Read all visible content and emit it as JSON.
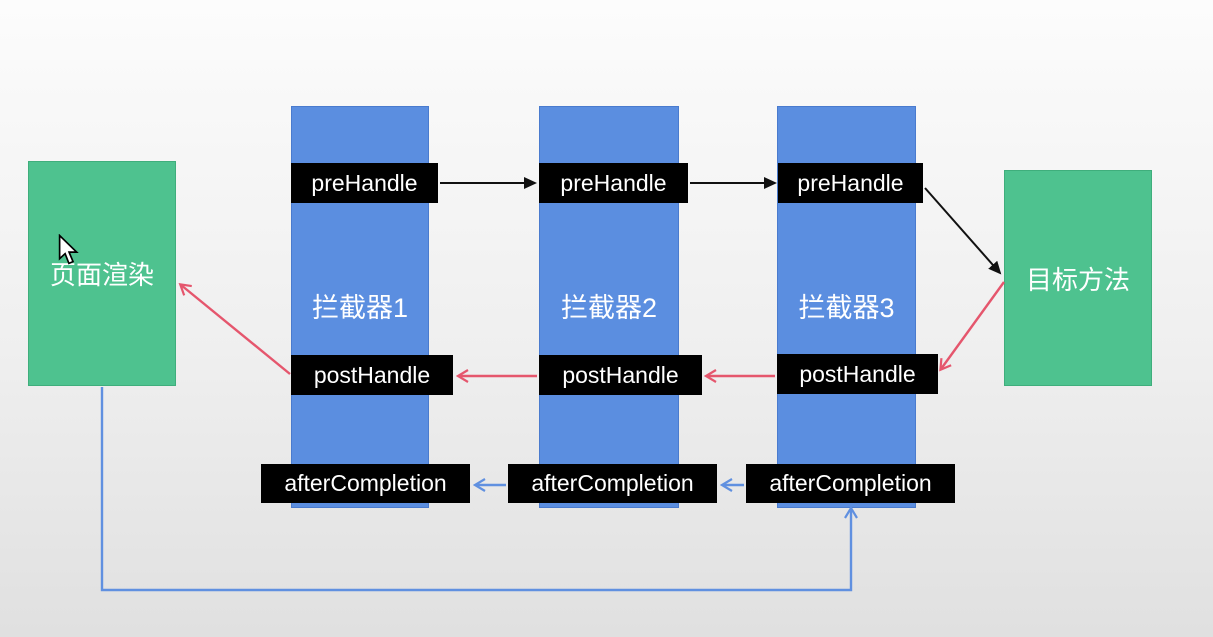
{
  "page_render": {
    "label": "页面渲染"
  },
  "target_method": {
    "label": "目标方法"
  },
  "interceptors": [
    {
      "label": "拦截器1"
    },
    {
      "label": "拦截器2"
    },
    {
      "label": "拦截器3"
    }
  ],
  "methods": {
    "pre": "preHandle",
    "post": "postHandle",
    "after": "afterCompletion"
  },
  "icons": {
    "cursor": "mouse-pointer"
  },
  "colors": {
    "bg-top": "#fcfcfc",
    "bg-bottom": "#e0e0e0",
    "column-blue": "#5b8ee0",
    "column-border": "#4a7bce",
    "green": "#4ec28f",
    "green-border": "#3fae7c",
    "label-black": "#000000",
    "text-white": "#ffffff",
    "arrow-black": "#111111",
    "arrow-red": "#e5566d",
    "arrow-blue": "#6090e0"
  }
}
